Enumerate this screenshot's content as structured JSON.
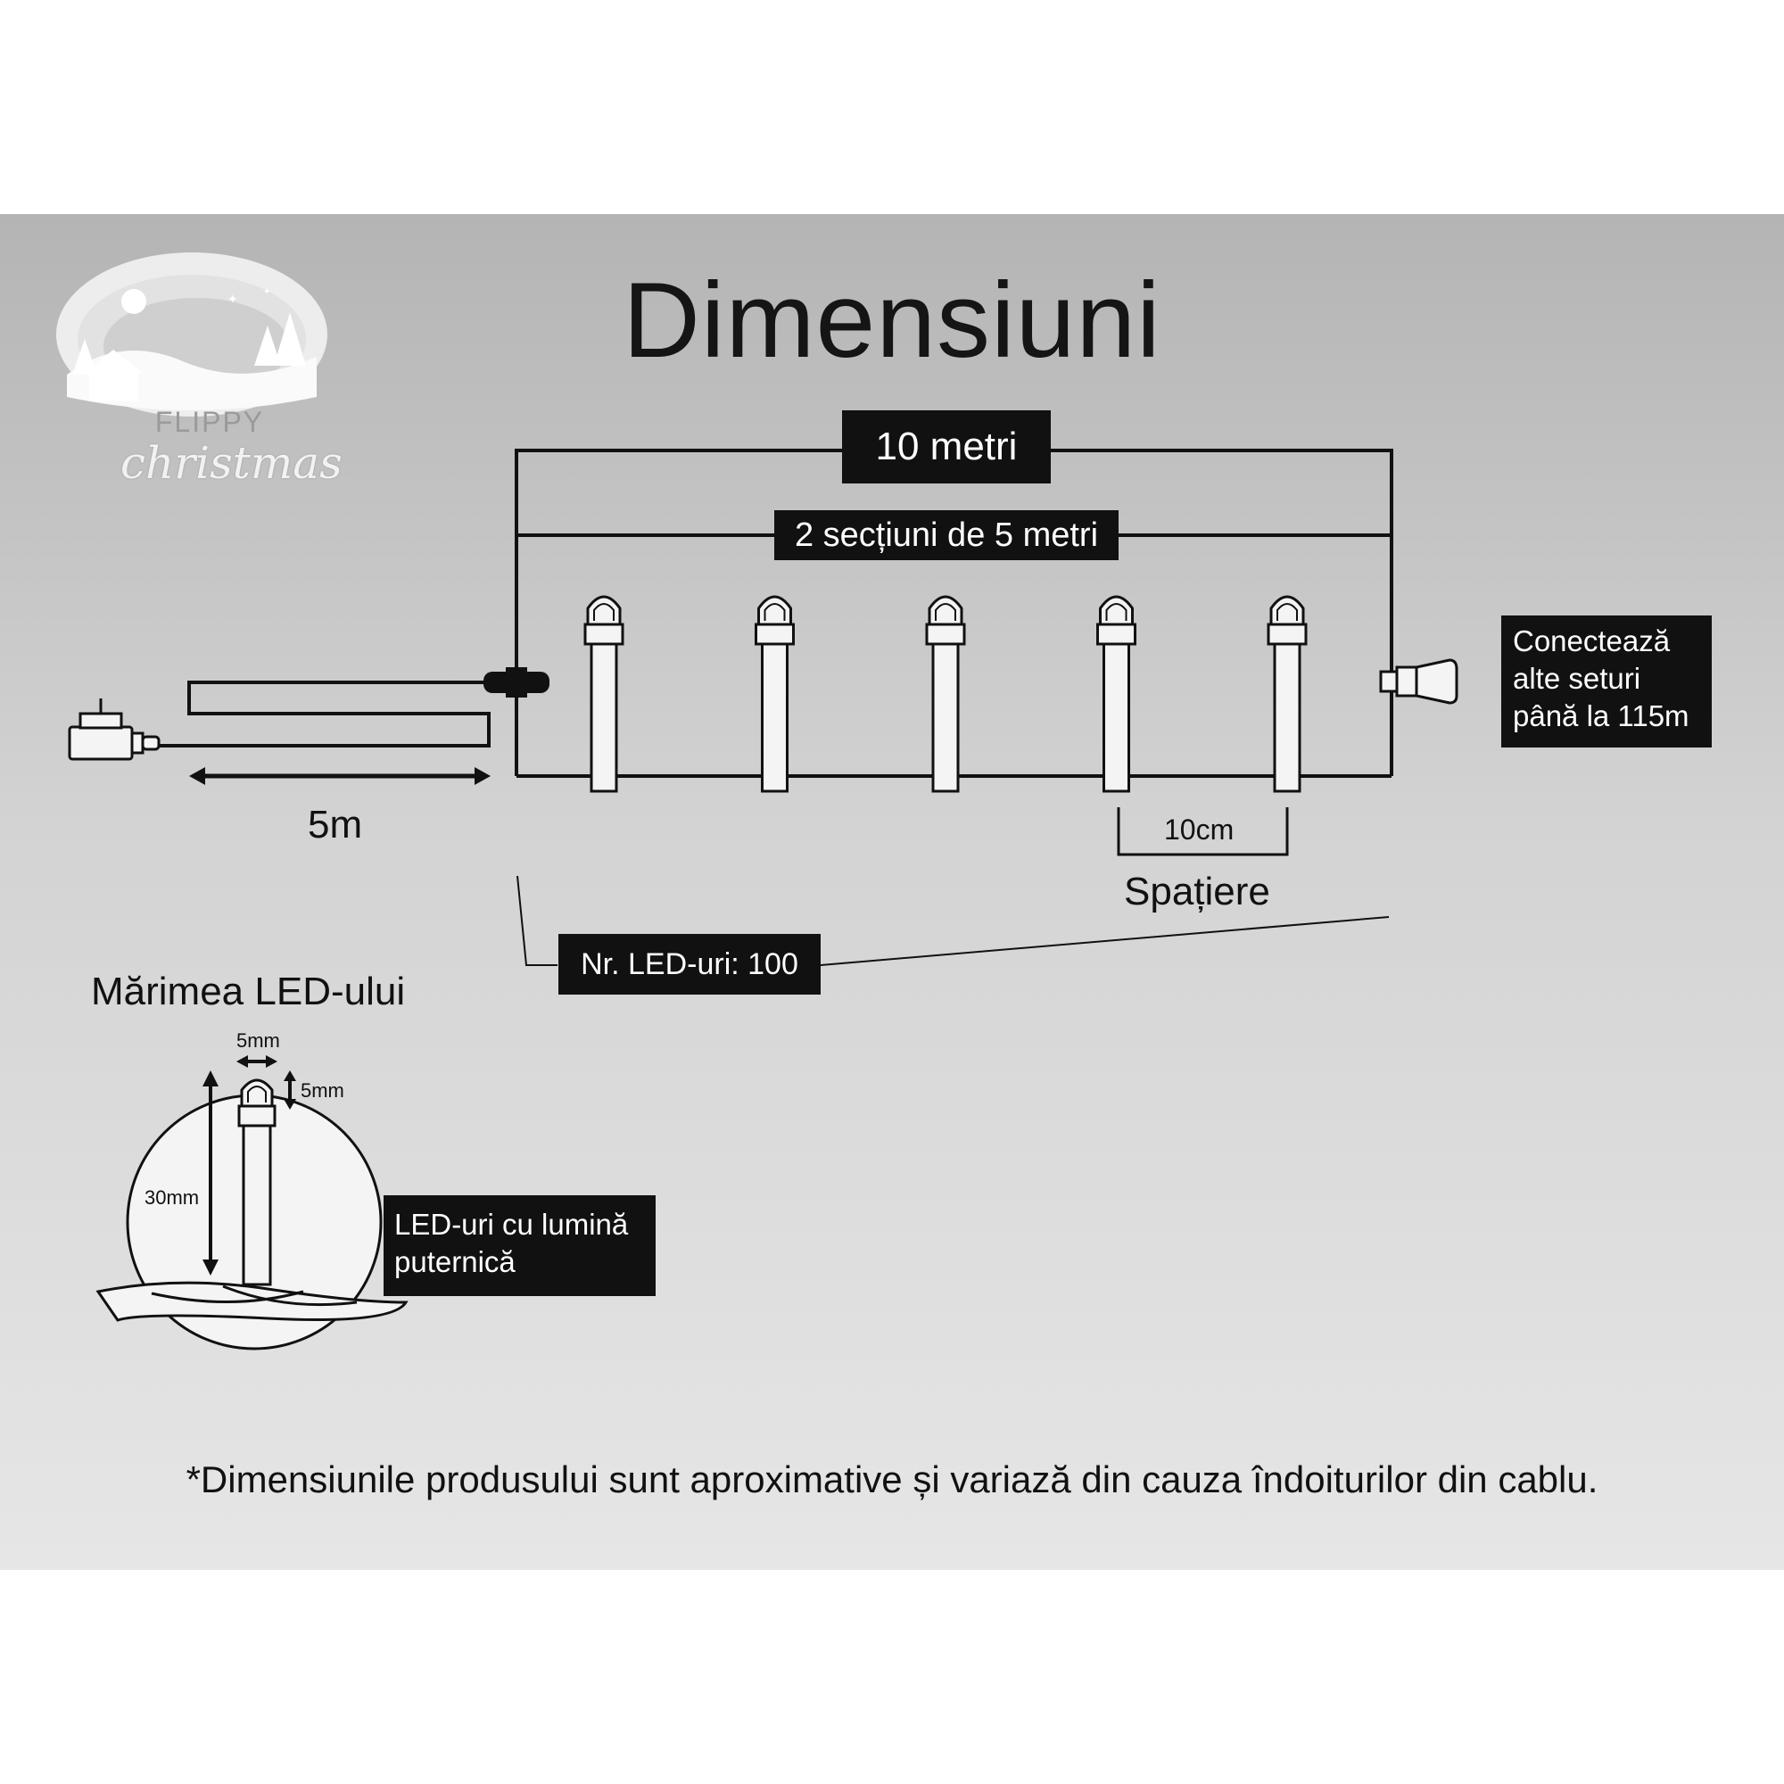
{
  "title": "Dimensiuni",
  "brand": {
    "line1": "FLIPPY",
    "line2": "christmas"
  },
  "labels": {
    "total_length": "10 metri",
    "sections": "2 secțiuni de 5 metri",
    "connect": [
      "Conectează",
      "alte seturi",
      "până la 115m"
    ],
    "lead_length": "5m",
    "spacing_value": "10cm",
    "spacing_label": "Spațiere",
    "led_count": "Nr. LED-uri: 100",
    "led_size_title": "Mărimea LED-ului",
    "led_width": "5mm",
    "led_height": "5mm",
    "led_total": "30mm",
    "led_type": [
      "LED-uri cu lumină",
      "puternică"
    ],
    "footnote": "*Dimensiunile produsului sunt aproximative și variază din cauza îndoiturilor din cablu."
  },
  "diagram": {
    "visible_led_count": 5
  },
  "colors": {
    "tag_bg": "#111111",
    "line": "#111111",
    "bulb_fill": "#f4f4f4"
  }
}
